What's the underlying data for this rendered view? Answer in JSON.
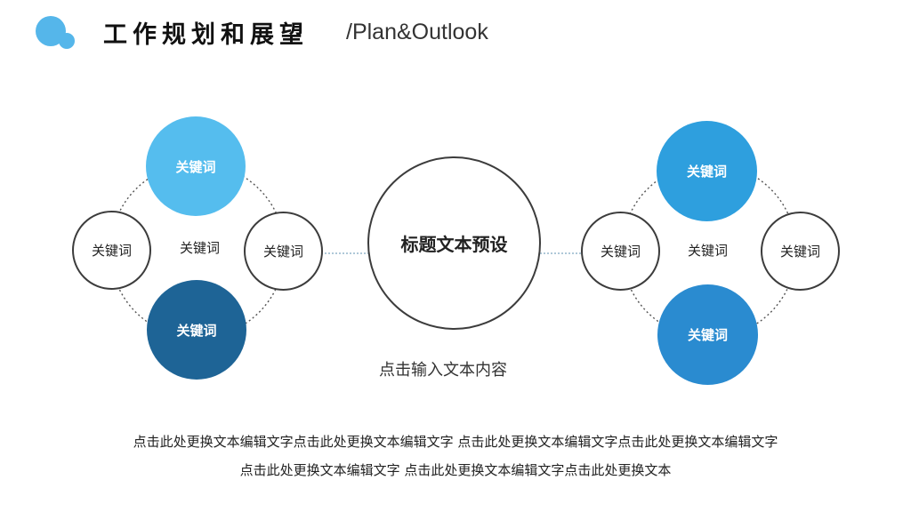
{
  "header": {
    "title": "工作规划和展望",
    "slash": "/",
    "subtitle": "Plan&Outlook",
    "logo_color": "#55b6ea"
  },
  "center": {
    "title": "标题文本预设",
    "caption": "点击输入文本内容"
  },
  "left_group": {
    "top": "关键词",
    "left": "关键词",
    "center": "关键词",
    "right": "关键词",
    "bottom": "关键词"
  },
  "right_group": {
    "top": "关键词",
    "left": "关键词",
    "center": "关键词",
    "right": "关键词",
    "bottom": "关键词"
  },
  "body": {
    "line1": "点击此处更换文本编辑文字点击此处更换文本编辑文字 点击此处更换文本编辑文字点击此处更换文本编辑文字",
    "line2": "点击此处更换文本编辑文字 点击此处更换文本编辑文字点击此处更换文本"
  },
  "colors": {
    "light_blue": "#55bdee",
    "dark_blue": "#1e6496",
    "mid_blue": "#2e9fde",
    "blue": "#2a8bd0",
    "outline": "#3c3c3c",
    "connector": "#7fa8c0"
  }
}
